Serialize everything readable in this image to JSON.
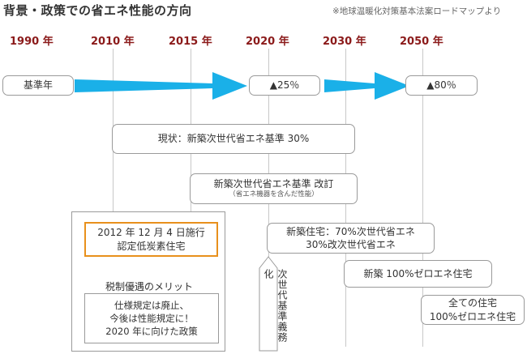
{
  "header": {
    "title": "背景・政策での省エネ性能の方向",
    "source": "※地球温暖化対策基本法案ロードマップより"
  },
  "timeline": {
    "years": [
      "1990 年",
      "2010 年",
      "2015 年",
      "2020 年",
      "2030 年",
      "2050 年"
    ]
  },
  "targets": {
    "base": "基準年",
    "mid": "▲25％",
    "long": "▲80％"
  },
  "boxes": {
    "current": "現状：新築次世代省エネ基準 30%",
    "revision_main": "新築次世代省エネ基準 改訂",
    "revision_sub": "（省エネ機器を含んだ性能）",
    "new_housing_line1": "新築住宅：70%次世代省エネ",
    "new_housing_line2": "30%改次世代省エネ",
    "zero_new": "新築 100%ゼロエネ住宅",
    "zero_all_line1": "全ての住宅",
    "zero_all_line2": "100%ゼロエネ住宅"
  },
  "panel": {
    "enforce_line1": "2012 年 12 月 4 日施行",
    "enforce_line2": "認定低炭素住宅",
    "merit": "税制優遇のメリット",
    "policy_line1": "仕様規定は廃止、",
    "policy_line2": "今後は性能規定に！",
    "policy_line3": "2020 年に向けた政策"
  },
  "mandate": "次世代基準義務化",
  "colors": {
    "arrow": "#1ab0e8",
    "year": "#8b1a1a",
    "highlight": "#e8901c"
  }
}
